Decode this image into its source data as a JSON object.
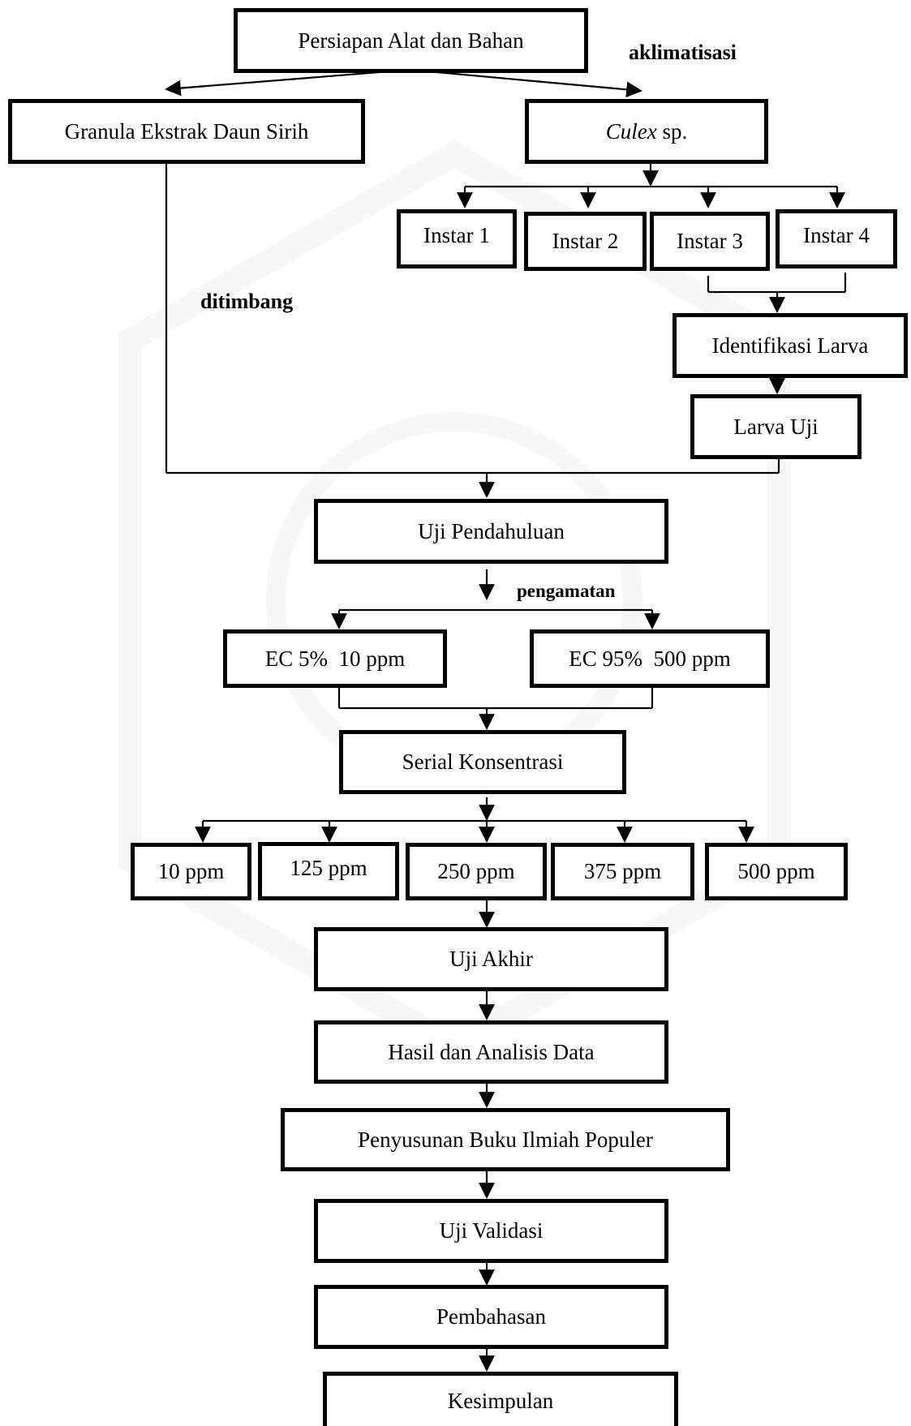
{
  "nodes": {
    "prep": "Persiapan Alat dan Bahan",
    "granula": "Granula Ekstrak Daun Sirih",
    "culex_italic": "Culex",
    "culex_rest": " sp.",
    "instar1": "Instar 1",
    "instar2": "Instar 2",
    "instar3": "Instar 3",
    "instar4": "Instar 4",
    "identifikasi": "Identifikasi Larva",
    "larva_uji": "Larva Uji",
    "uji_pendahuluan": "Uji Pendahuluan",
    "ec5": "EC 5%  10 ppm",
    "ec95": "EC 95%  500 ppm",
    "serial": "Serial Konsentrasi",
    "c10": "10 ppm",
    "c125": "125 ppm",
    "c250": "250 ppm",
    "c375": "375 ppm",
    "c500": "500 ppm",
    "uji_akhir": "Uji Akhir",
    "hasil": "Hasil dan Analisis Data",
    "penyusunan": "Penyusunan Buku Ilmiah Populer",
    "validasi": "Uji Validasi",
    "pembahasan": "Pembahasan",
    "kesimpulan": "Kesimpulan"
  },
  "edge_labels": {
    "aklimatisasi": "aklimatisasi",
    "ditimbang": "ditimbang",
    "pengamatan": "pengamatan"
  },
  "colors": {
    "line": "#000000",
    "background": "#ffffff",
    "watermark": "#8a8a8a"
  }
}
